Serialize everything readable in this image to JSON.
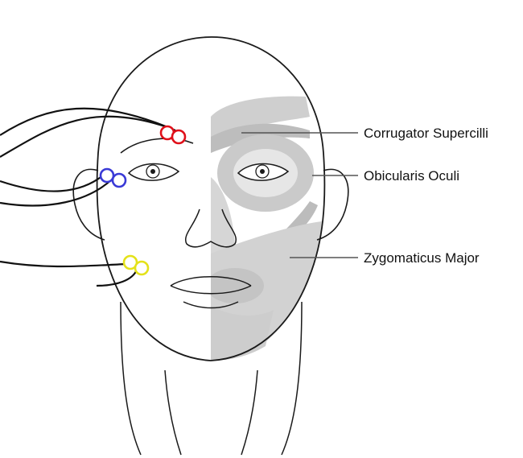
{
  "labels": {
    "corrugator": "Corrugator Supercilli",
    "orbicularis": "Obicularis Oculi",
    "zygomaticus": "Zygomaticus Major"
  },
  "electrodes": {
    "corrugator_color": "#e0101a",
    "orbicularis_color": "#3a3ad6",
    "zygomaticus_color": "#e4e21a"
  },
  "colors": {
    "outline": "#1a1a1a",
    "muscle_fill": "#d4d4d4",
    "muscle_shade": "#bdbdbd",
    "background": "#ffffff"
  }
}
